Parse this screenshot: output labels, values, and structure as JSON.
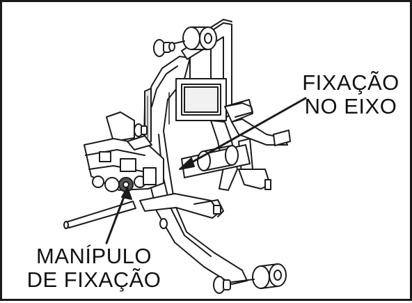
{
  "callouts": {
    "fixacao_eixo": {
      "line1": "FIXAÇÃO",
      "line2": "NO EIXO"
    },
    "manipulo": {
      "line1": "MANÍPULO",
      "line2": "DE FIXAÇÃO"
    }
  },
  "colors": {
    "line": "#1a1a1a",
    "fill": "#ffffff",
    "shade": "#cfcfcf",
    "dark": "#555555"
  }
}
